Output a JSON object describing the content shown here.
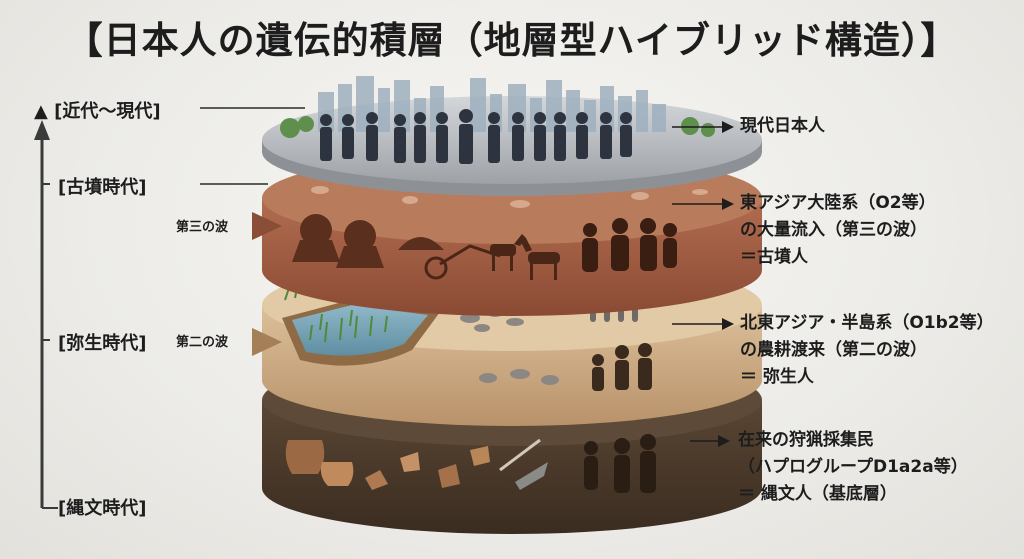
{
  "title": "【日本人の遺伝的積層（地層型ハイブリッド構造）】",
  "timeline": {
    "modern": "▲ [近代〜現代]",
    "kofun": "[古墳時代]",
    "yayoi": "[弥生時代]",
    "jomon": "[縄文時代]"
  },
  "waves": {
    "third": "第三の波",
    "second": "第二の波"
  },
  "layers": {
    "modern": {
      "lines": [
        "現代日本人"
      ]
    },
    "kofun": {
      "lines": [
        "東アジア大陸系（O2等）",
        "の大量流入（第三の波）",
        "＝古墳人"
      ]
    },
    "yayoi": {
      "lines": [
        "北東アジア・半島系（O1b2等）",
        "の農耕渡来（第二の波）",
        "＝ 弥生人"
      ]
    },
    "jomon": {
      "lines": [
        "在来の狩猟採集民",
        "（ハプログループD1a2a等）",
        "＝ 縄文人（基底層）"
      ]
    }
  },
  "colors": {
    "modern_top": "#b9bcc0",
    "kofun_layer": "#a15e43",
    "yayoi_layer": "#cfae86",
    "jomon_layer": "#4b3a2c",
    "arrow": "#3a3a3a"
  }
}
